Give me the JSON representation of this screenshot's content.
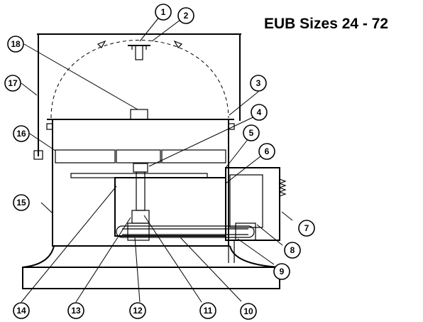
{
  "title": "EUB Sizes 24 - 72",
  "callouts": [
    "1",
    "2",
    "3",
    "4",
    "5",
    "6",
    "7",
    "8",
    "9",
    "10",
    "11",
    "12",
    "13",
    "14",
    "15",
    "16",
    "17",
    "18"
  ]
}
